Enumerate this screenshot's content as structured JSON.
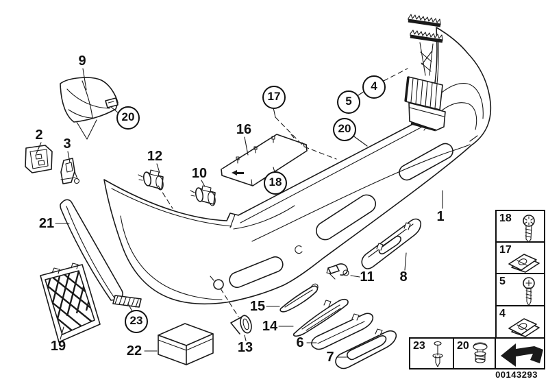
{
  "diagram": {
    "document_number": "00143293",
    "background_color": "#ffffff",
    "line_color": "#1a1a1a",
    "callouts": [
      {
        "label": "1"
      },
      {
        "label": "2"
      },
      {
        "label": "3"
      },
      {
        "label": "6"
      },
      {
        "label": "7"
      },
      {
        "label": "8"
      },
      {
        "label": "9"
      },
      {
        "label": "10"
      },
      {
        "label": "11"
      },
      {
        "label": "12"
      },
      {
        "label": "13"
      },
      {
        "label": "14"
      },
      {
        "label": "15"
      },
      {
        "label": "16"
      },
      {
        "label": "19"
      },
      {
        "label": "21"
      },
      {
        "label": "22"
      }
    ],
    "circled_callouts": [
      {
        "label": "4"
      },
      {
        "label": "5"
      },
      {
        "label": "17"
      },
      {
        "label": "18"
      },
      {
        "label": "20"
      },
      {
        "label": "20"
      },
      {
        "label": "23"
      }
    ],
    "legend": {
      "column": [
        {
          "label": "18",
          "icon": "torx-screw-icon"
        },
        {
          "label": "17",
          "icon": "sheet-metal-nut-icon"
        },
        {
          "label": "5",
          "icon": "pan-head-screw-icon"
        },
        {
          "label": "4",
          "icon": "sheet-metal-nut-icon"
        }
      ],
      "bottom_row": [
        {
          "label": "23",
          "icon": "expansion-pin-icon"
        },
        {
          "label": "20",
          "icon": "expanding-rivet-icon"
        },
        {
          "label": "",
          "icon": "direction-of-travel-arrow-icon"
        }
      ]
    }
  }
}
